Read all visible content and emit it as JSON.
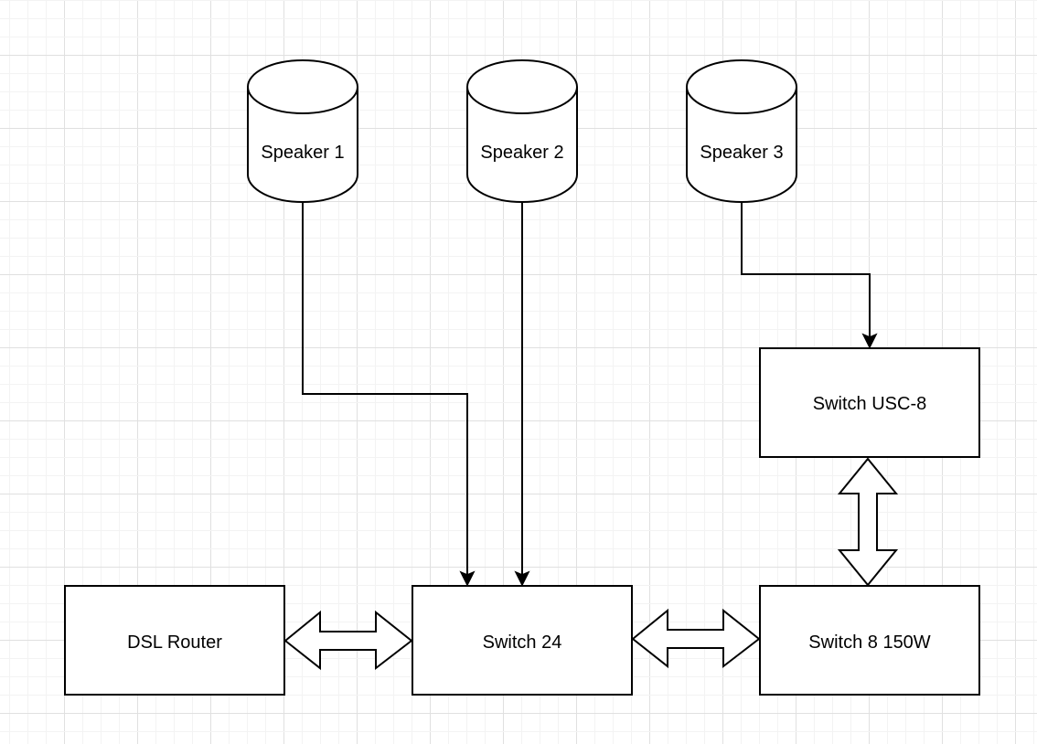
{
  "diagram": {
    "nodes": [
      {
        "id": "speaker-1",
        "shape": "cylinder",
        "label": "Speaker 1"
      },
      {
        "id": "speaker-2",
        "shape": "cylinder",
        "label": "Speaker 2"
      },
      {
        "id": "speaker-3",
        "shape": "cylinder",
        "label": "Speaker 3"
      },
      {
        "id": "switch-usc-8",
        "shape": "rectangle",
        "label": "Switch USC-8"
      },
      {
        "id": "dsl-router",
        "shape": "rectangle",
        "label": "DSL Router"
      },
      {
        "id": "switch-24",
        "shape": "rectangle",
        "label": "Switch 24"
      },
      {
        "id": "switch-8-150w",
        "shape": "rectangle",
        "label": "Switch 8 150W"
      }
    ],
    "edges": [
      {
        "from": "speaker-1",
        "to": "switch-24",
        "type": "orthogonal-arrow"
      },
      {
        "from": "speaker-2",
        "to": "switch-24",
        "type": "arrow"
      },
      {
        "from": "speaker-3",
        "to": "switch-usc-8",
        "type": "orthogonal-arrow"
      },
      {
        "from": "dsl-router",
        "to": "switch-24",
        "type": "double-block-arrow"
      },
      {
        "from": "switch-24",
        "to": "switch-8-150w",
        "type": "double-block-arrow"
      },
      {
        "from": "switch-usc-8",
        "to": "switch-8-150w",
        "type": "double-block-arrow"
      }
    ],
    "colors": {
      "stroke": "#000000",
      "fill": "#ffffff",
      "grid_minor": "#f3f3f3",
      "grid_major": "#e0e0e0"
    }
  }
}
